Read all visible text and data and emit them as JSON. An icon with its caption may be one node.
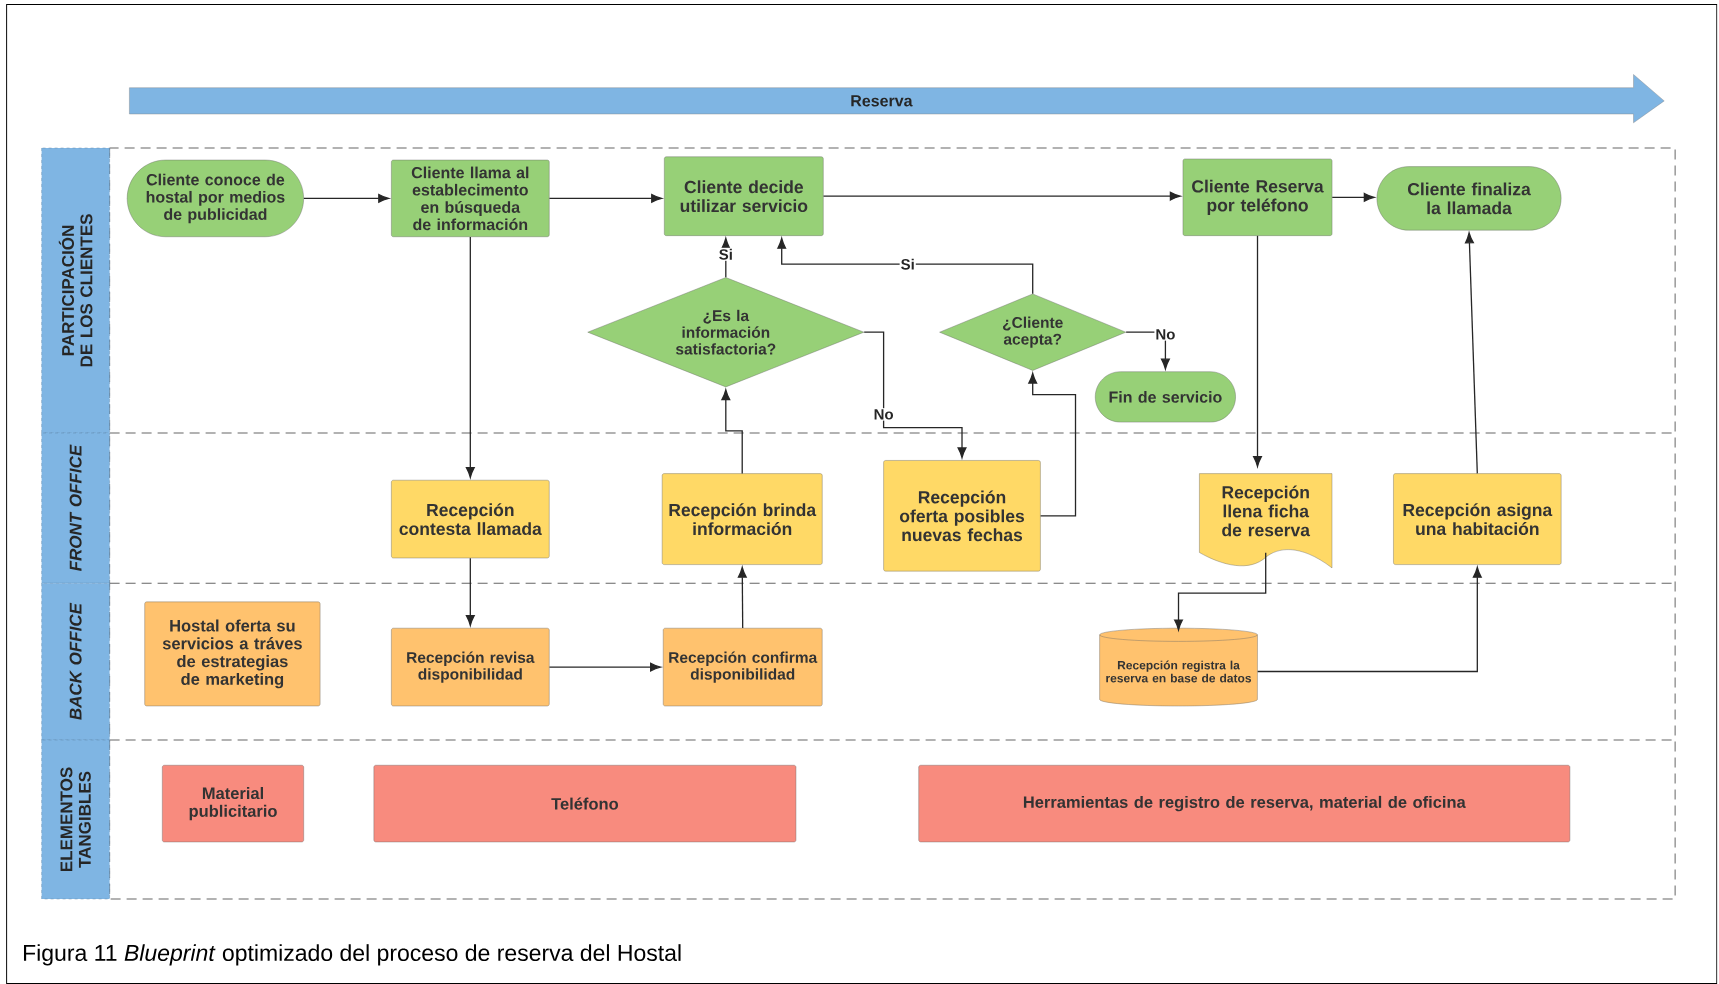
{
  "diagram": {
    "caption": "Figura 11 *Blueprint* optimizado del proceso de reserva del Hostal",
    "nodes": [
      {
        "text": [
          "Reserva"
        ]
      },
      {
        "text": [
          "PARTICIPACIÓN DE LOS CLIENTES"
        ]
      },
      {
        "text": [
          "FRONT OFFICE"
        ]
      },
      {
        "text": [
          "BACK OFFICE"
        ]
      },
      {
        "text": [
          "ELEMENTOS TANGIBLES"
        ]
      },
      {
        "text": [
          "Cliente conoce de hostal por medios de publicidad"
        ]
      },
      {
        "text": [
          "Cliente llama al establecimento en búsqueda de información"
        ]
      },
      {
        "text": [
          "Cliente decide utilizar servicio"
        ]
      },
      {
        "text": [
          "Cliente Reserva por teléfono"
        ]
      },
      {
        "text": [
          "Cliente finaliza la llamada"
        ]
      },
      {
        "text": [
          "¿Es la información satisfactoria?"
        ]
      },
      {
        "text": [
          "¿Cliente acepta?"
        ]
      },
      {
        "text": [
          "Fin de servicio"
        ]
      },
      {
        "text": [
          "Recepción contesta llamada"
        ]
      },
      {
        "text": [
          "Recepción brinda información"
        ]
      },
      {
        "text": [
          "Recepción oferta posibles nuevas fechas"
        ]
      },
      {
        "text": [
          "Recepción llena ficha de reserva"
        ]
      },
      {
        "text": [
          "Recepción asigna una habitación"
        ]
      },
      {
        "text": [
          "Hostal oferta su servicios a tráves de estrategias de marketing"
        ]
      },
      {
        "text": [
          "Recepción revisa disponibilidad"
        ]
      },
      {
        "text": [
          "Recepción confirma disponibilidad"
        ]
      },
      {
        "text": [
          "Recepción registra la reserva en base de datos"
        ]
      },
      {
        "text": [
          "Material publicitario"
        ]
      },
      {
        "text": [
          "Teléfono"
        ]
      },
      {
        "text": [
          "Herramientas de registro de reserva, material de oficina"
        ]
      }
    ],
    "edges": [
      {
        "from": 5,
        "to": 6,
        "arrow": "to"
      },
      {
        "from": 6,
        "to": 7,
        "arrow": "to"
      },
      {
        "from": 7,
        "to": 8,
        "arrow": "to"
      },
      {
        "from": 8,
        "to": 9,
        "arrow": "to"
      },
      {
        "from": 6,
        "to": 13,
        "arrow": "to"
      },
      {
        "from": 13,
        "to": 19,
        "arrow": "to"
      },
      {
        "from": 19,
        "to": 20,
        "arrow": "to"
      },
      {
        "from": 20,
        "to": 14,
        "arrow": "to"
      },
      {
        "from": 14,
        "to": 10,
        "arrow": "to"
      },
      {
        "from": 10,
        "to": 7,
        "arrow": "to",
        "label": "Si"
      },
      {
        "from": 10,
        "to": 15,
        "arrow": "to",
        "label": "No"
      },
      {
        "from": 15,
        "to": 11,
        "arrow": "to"
      },
      {
        "from": 11,
        "to": 7,
        "arrow": "to",
        "label": "Si"
      },
      {
        "from": 11,
        "to": 12,
        "arrow": "to",
        "label": "No"
      },
      {
        "from": 8,
        "to": 16,
        "arrow": "to"
      },
      {
        "from": 16,
        "to": 21,
        "arrow": "to"
      },
      {
        "from": 21,
        "to": 17,
        "arrow": "to"
      },
      {
        "from": 17,
        "to": 9,
        "arrow": "to"
      }
    ]
  }
}
